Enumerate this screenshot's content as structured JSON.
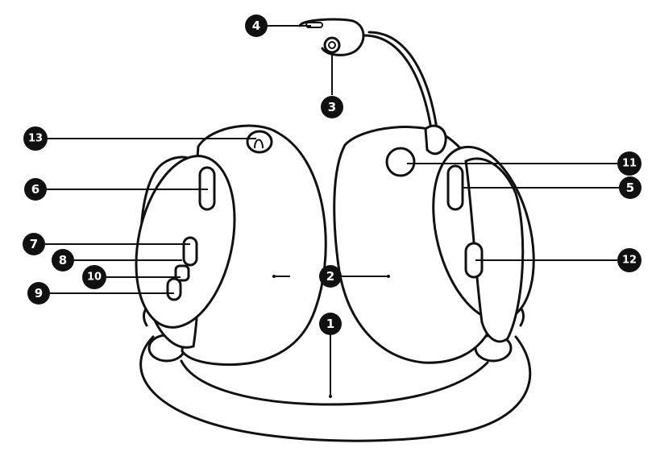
{
  "callouts": [
    {
      "id": "1",
      "label": "1"
    },
    {
      "id": "2",
      "label": "2"
    },
    {
      "id": "3",
      "label": "3"
    },
    {
      "id": "4",
      "label": "4"
    },
    {
      "id": "5",
      "label": "5"
    },
    {
      "id": "6",
      "label": "6"
    },
    {
      "id": "7",
      "label": "7"
    },
    {
      "id": "8",
      "label": "8"
    },
    {
      "id": "9",
      "label": "9"
    },
    {
      "id": "10",
      "label": "10"
    },
    {
      "id": "11",
      "label": "11"
    },
    {
      "id": "12",
      "label": "12"
    },
    {
      "id": "13",
      "label": "13"
    }
  ],
  "colors": {
    "line": "#111111",
    "badge": "#111111",
    "badge_text": "#ffffff",
    "background": "#ffffff"
  }
}
